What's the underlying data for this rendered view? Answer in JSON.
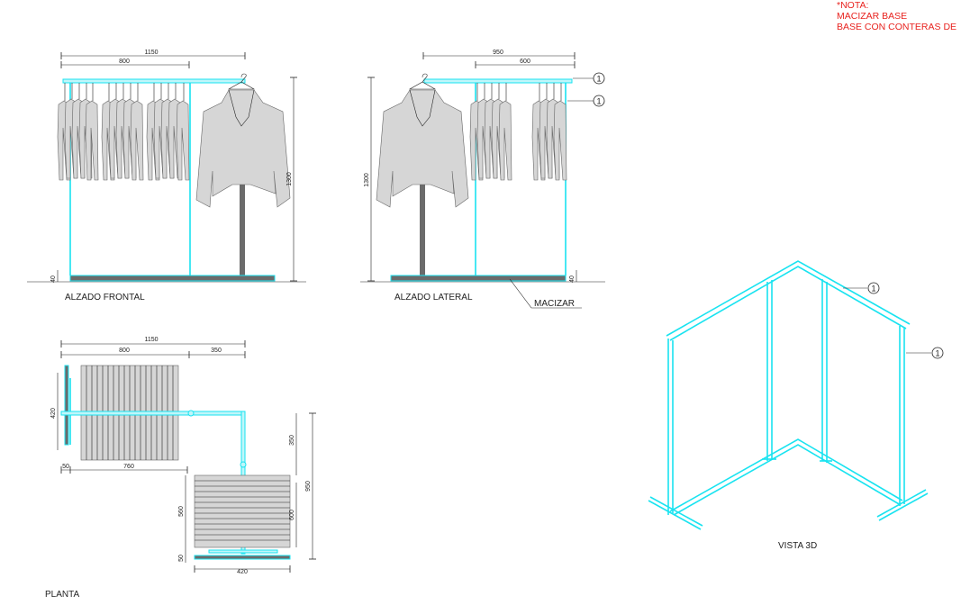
{
  "note": {
    "lines": [
      "*NOTA:",
      "MACIZAR BASE",
      "BASE CON CONTERAS DE"
    ],
    "color": "#e8231f"
  },
  "views": {
    "front": "ALZADO FRONTAL",
    "side": "ALZADO LATERAL",
    "plan": "PLANTA",
    "iso": "VISTA 3D"
  },
  "callouts": {
    "macizar": "MACIZAR",
    "item_number": "1"
  },
  "dimensions": {
    "front_total": "1150",
    "front_rail": "800",
    "front_height": "1300",
    "front_base": "40",
    "side_total": "950",
    "side_rail": "600",
    "side_height": "1300",
    "side_base": "40",
    "plan_total": "1150",
    "plan_left": "800",
    "plan_right": "350",
    "plan_depth_left": "420",
    "plan_inner_left": "760",
    "plan_offset_left": "50",
    "plan_right_top": "350",
    "plan_right_mid": "560",
    "plan_right_bottom": "50",
    "plan_right_inner": "600",
    "plan_right_total": "950",
    "plan_bottom_width": "420"
  },
  "colors": {
    "frame": "#19e3f0",
    "base": "#6b6b6b",
    "garment": "#d6d6d6",
    "note": "#e8231f"
  }
}
